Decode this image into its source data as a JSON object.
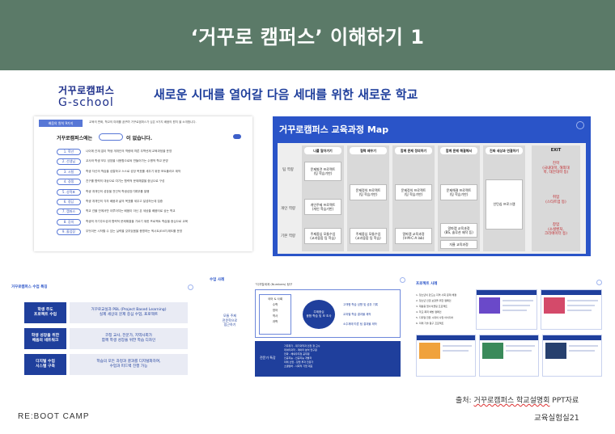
{
  "slide": {
    "title": "‘거꾸로 캠퍼스’ 이해하기 1",
    "logo_line1": "거꾸로캠퍼스",
    "logo_line2": "G-school",
    "subtitle": "새로운 시대를 열어갈 다음 세대를 위한 새로운 학교",
    "source_prefix": "출처: ",
    "source_name": "거꾸로캠퍼스 학교설명회",
    "source_suffix": " PPT자료",
    "brand": "RE:BOOT CAMP",
    "org": "교육실험실21"
  },
  "principles": {
    "tag": "배움의 원칙 9가지",
    "header": "교육의 변화, 학교의 미래를 꿈꾸며 거꾸로캠퍼스가 심은 9가지 배움의 원칙 을 소개합니다.",
    "intro": "거꾸로캠퍼스에는",
    "intro_end": "이 없습니다.",
    "rows": [
      {
        "label": "1. 학년",
        "text": "나이에 관계 없이 학생 개개인의 역량에 따른 무학년제 교육과정을 운영"
      },
      {
        "label": "2. 선생님",
        "text": "교사와 학생 모두 성장을 사용함으로써 만들어가는 수평적 학교 운영"
      },
      {
        "label": "3. 시험",
        "text": "학생 자신의 학습을 성찰하고 스스로 성장 목표를 세우기 위한 포트폴리오 제작"
      },
      {
        "label": "4. 경쟁",
        "text": "친구를 협력의 대상으로 여기는 협력적 문제해결을 중심으로 구성"
      },
      {
        "label": "5. 성적표",
        "text": "학생 개개인의 성장을 전인적 학생성장기록부를 발행"
      },
      {
        "label": "6. 정답",
        "text": "학생 개개인의 각자 배움과 삶의 목표를 세우고 달성하는데 집중"
      },
      {
        "label": "7. 캠퍼스",
        "text": "학교 건물 안에서만 이루어지는 배움이 아닌 온 세상을 배움터로 삼는 학교"
      },
      {
        "label": "8. 강의",
        "text": "학생의 자기주도성과 협력적 문제해결을 기르기 위한 프로젝트 학습을 중심으로 교육"
      },
      {
        "label": "9. 졸업장",
        "text": "무엇이든 시작할 수 있는 실력을 갖추었음을 증명하는 엑시트(EXIT)제도를 운영"
      }
    ]
  },
  "curriculum": {
    "title": "거꾸로캠퍼스 교육과정 Map",
    "row_labels": [
      "팀 역량",
      "개인 역량",
      "기본 역량"
    ],
    "columns": [
      {
        "header": "나를 알아가기",
        "boxes": [
          "문제발견 프로젝트\n(팀 학습기반)",
          "개인주제 프로젝트\n(개인 학습기반)",
          "주제중심 모듈수업\n(교과융합 팀 학습)"
        ]
      },
      {
        "header": "협력 배우기",
        "boxes": [
          "문제정의 프로젝트\n(팀 학습기반)",
          "주제중심 모듈수업\n(교과융합 팀 학습)"
        ]
      },
      {
        "header": "함께 문제 정의하기",
        "boxes": [
          "문제정의 프로젝트\n(팀 학습기반)",
          "알파랩 교육과정\n(V-M-C-A lab)"
        ]
      },
      {
        "header": "함께 문제 해결해서",
        "boxes": [
          "문제해결 프로젝트\n(팀 학습기반)",
          "알파랩 교육과정\n(BS, 솔루션 제작 등)",
          "자율 교육과정"
        ]
      },
      {
        "header": "진짜 세상과 연결하기",
        "boxes": [
          "인턴십 프로그램"
        ]
      }
    ],
    "exit": {
      "header": "EXIT",
      "items": [
        "진학\n(국내대학, 해외대\n학, 대안대학 등)",
        "취업\n(스타트업 등)",
        "창업\n(소셜벤처,\n크리에이터 등)"
      ]
    }
  },
  "features": {
    "title": "거꾸로캠퍼스 수업 특징",
    "rows": [
      {
        "label": "학생 주도\n프로젝트 수업",
        "desc": "거꾸로교실과 PBL (Project Based Learning)\n실제 세상의 문제 중심 수업, 프로젝트"
      },
      {
        "label": "학생 성장을 위한\n배움의 네트워크",
        "desc": "코칭 교사, 전문가, 지역사회가\n함께 학생 성장을 위한 학습 디자인"
      },
      {
        "label": "디지털 수업\n시스템 구축",
        "desc": "학습의 모든 과정과 결과를 디지털화하여,\n수업과 피드백 진행 가능"
      }
    ]
  },
  "class_example": {
    "title": "수업 사례",
    "sub": "\"디지털세계 (Numbers) 탐구",
    "subjects": "국어 & 사회\n수학\n영어\n역사\n과학",
    "center": "주제중심\n융합 학습 및 모 조사",
    "outcomes": "고객평 학습 성향 및 성취 기록\n교과별 학습 결과물 제작\n소주제에 따른 팀 결과물 제작",
    "side_label": "모듈 주제\n전문학으로\n접근하기",
    "expert_label": "전문가 특강",
    "expert_lines": "기후위기 - 대기과학과 인천 청 교수\n데이터과학 - 데이터 분석 연구원\n전략 - 해외우주청 공무원\n인공지능 - 인공지능 개발자\n미래 산업 - 창업 투자 전문가\n소셜벤처 - 사회적 기업 대표"
  },
  "projects": {
    "title": "프로젝트 사례",
    "list": "1. 청소년이 만드는 지역 사회 문제 해결\n2. 청소년 인권 보장을 위한 캠페인\n3. 재활용 업사이클링 프로젝트\n4. 학교 폭력 예방 캠페인\n5. 디지털 전환 시대의 사업 아이디어\n6. 미래 기술 탐구 프로젝트"
  }
}
